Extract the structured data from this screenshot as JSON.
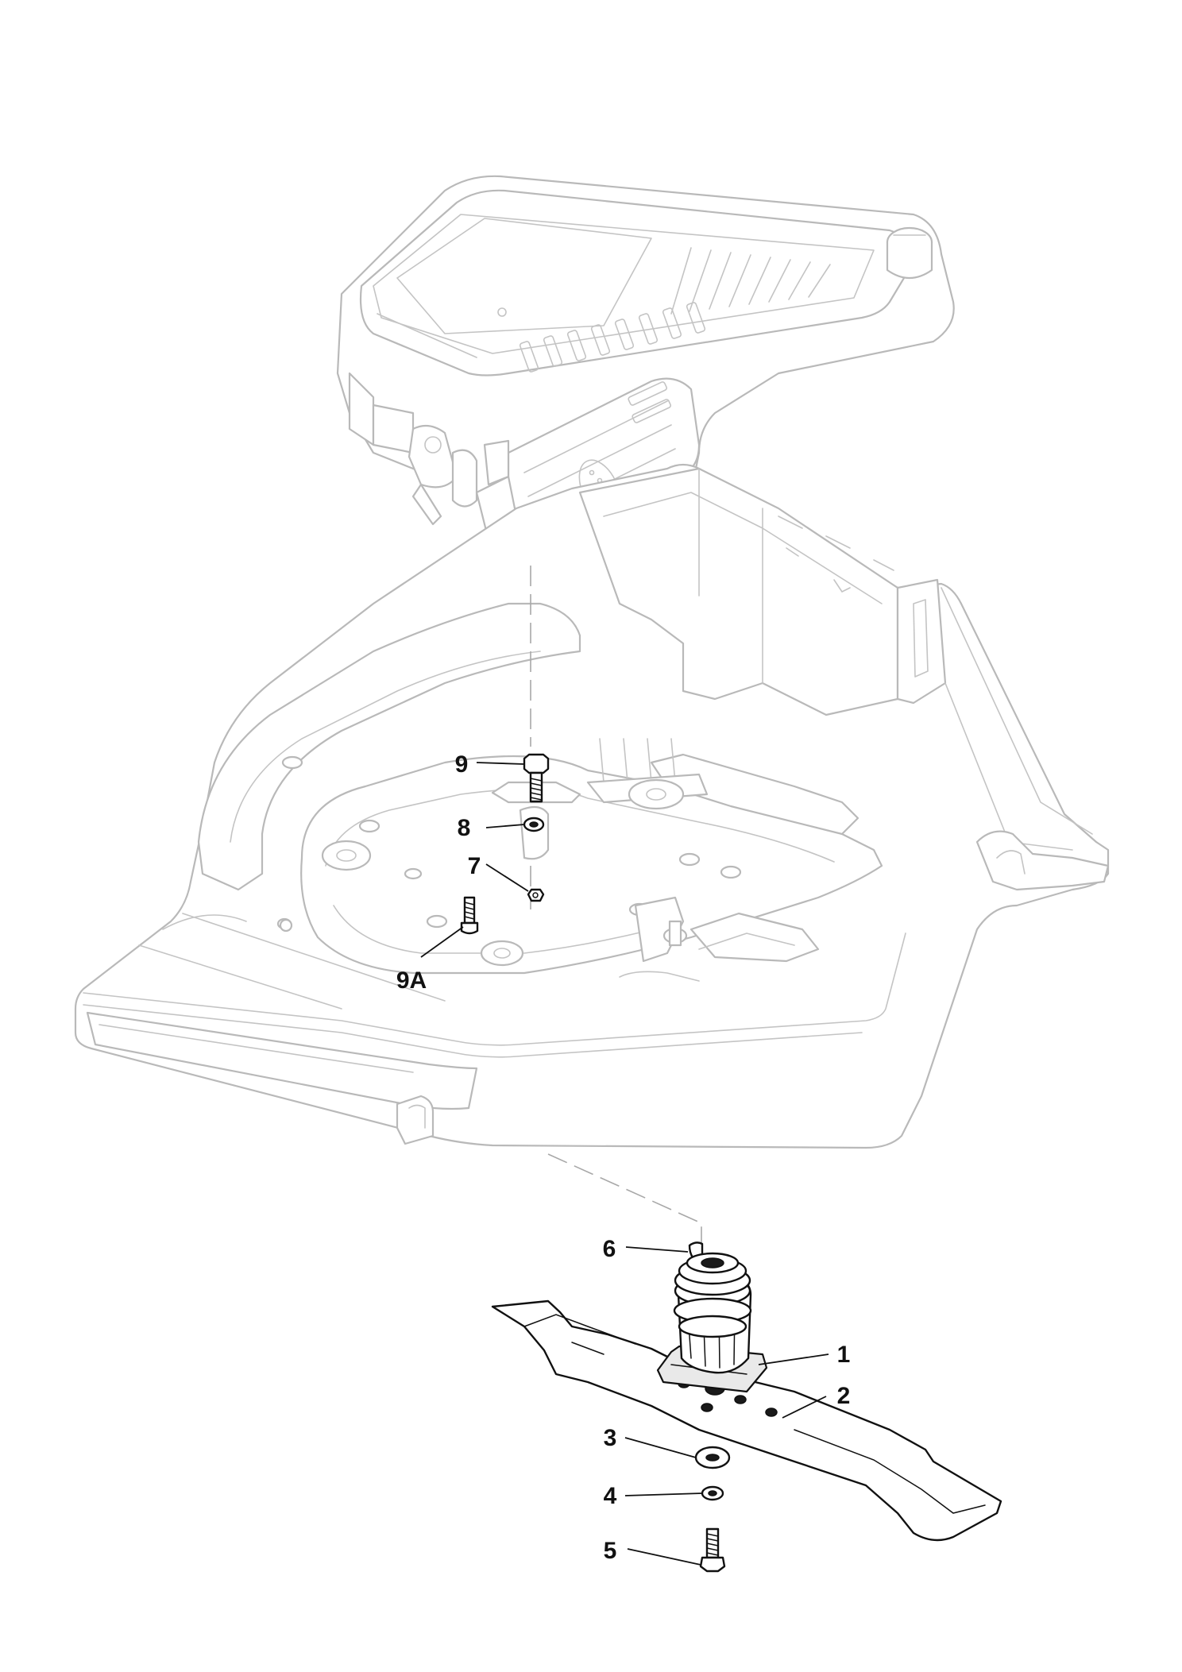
{
  "callouts": [
    {
      "id": "1",
      "label": "1"
    },
    {
      "id": "2",
      "label": "2"
    },
    {
      "id": "3",
      "label": "3"
    },
    {
      "id": "4",
      "label": "4"
    },
    {
      "id": "5",
      "label": "5"
    },
    {
      "id": "6",
      "label": "6"
    },
    {
      "id": "7",
      "label": "7"
    },
    {
      "id": "8",
      "label": "8"
    },
    {
      "id": "9",
      "label": "9"
    },
    {
      "id": "9A",
      "label": "9A"
    }
  ]
}
